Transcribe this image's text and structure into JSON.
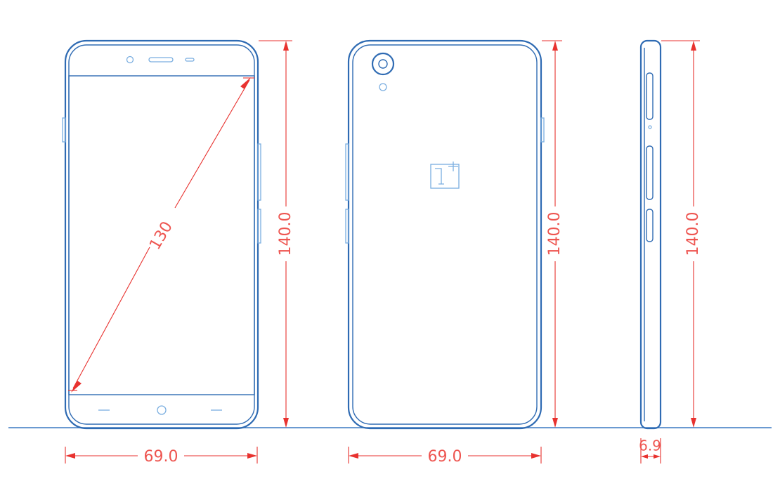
{
  "dimensions": {
    "front_diagonal": "130",
    "front_height": "140.0",
    "front_width": "69.0",
    "back_height": "140.0",
    "back_width": "69.0",
    "side_height": "140.0",
    "side_thickness": "6.9"
  },
  "colors": {
    "outline": "#2f6bb3",
    "dimension": "#e8322f",
    "background": "#ffffff"
  }
}
